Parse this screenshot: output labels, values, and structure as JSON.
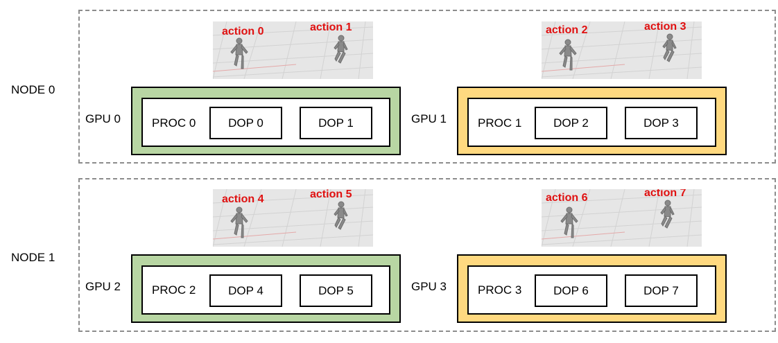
{
  "colors": {
    "gpu_green": "#b8d6a3",
    "gpu_yellow": "#ffd980",
    "action_text": "#e01010",
    "dashed_border": "#8c8c8c"
  },
  "nodes": [
    {
      "label": "NODE 0",
      "gpus": [
        {
          "label": "GPU 0",
          "proc": "PROC 0",
          "dops": [
            "DOP 0",
            "DOP 1"
          ],
          "actions": [
            "action 0",
            "action 1"
          ]
        },
        {
          "label": "GPU 1",
          "proc": "PROC 1",
          "dops": [
            "DOP 2",
            "DOP 3"
          ],
          "actions": [
            "action 2",
            "action 3"
          ]
        }
      ]
    },
    {
      "label": "NODE 1",
      "gpus": [
        {
          "label": "GPU 2",
          "proc": "PROC 2",
          "dops": [
            "DOP 4",
            "DOP 5"
          ],
          "actions": [
            "action 4",
            "action 5"
          ]
        },
        {
          "label": "GPU 3",
          "proc": "PROC 3",
          "dops": [
            "DOP 6",
            "DOP 7"
          ],
          "actions": [
            "action 6",
            "action 7"
          ]
        }
      ]
    }
  ]
}
